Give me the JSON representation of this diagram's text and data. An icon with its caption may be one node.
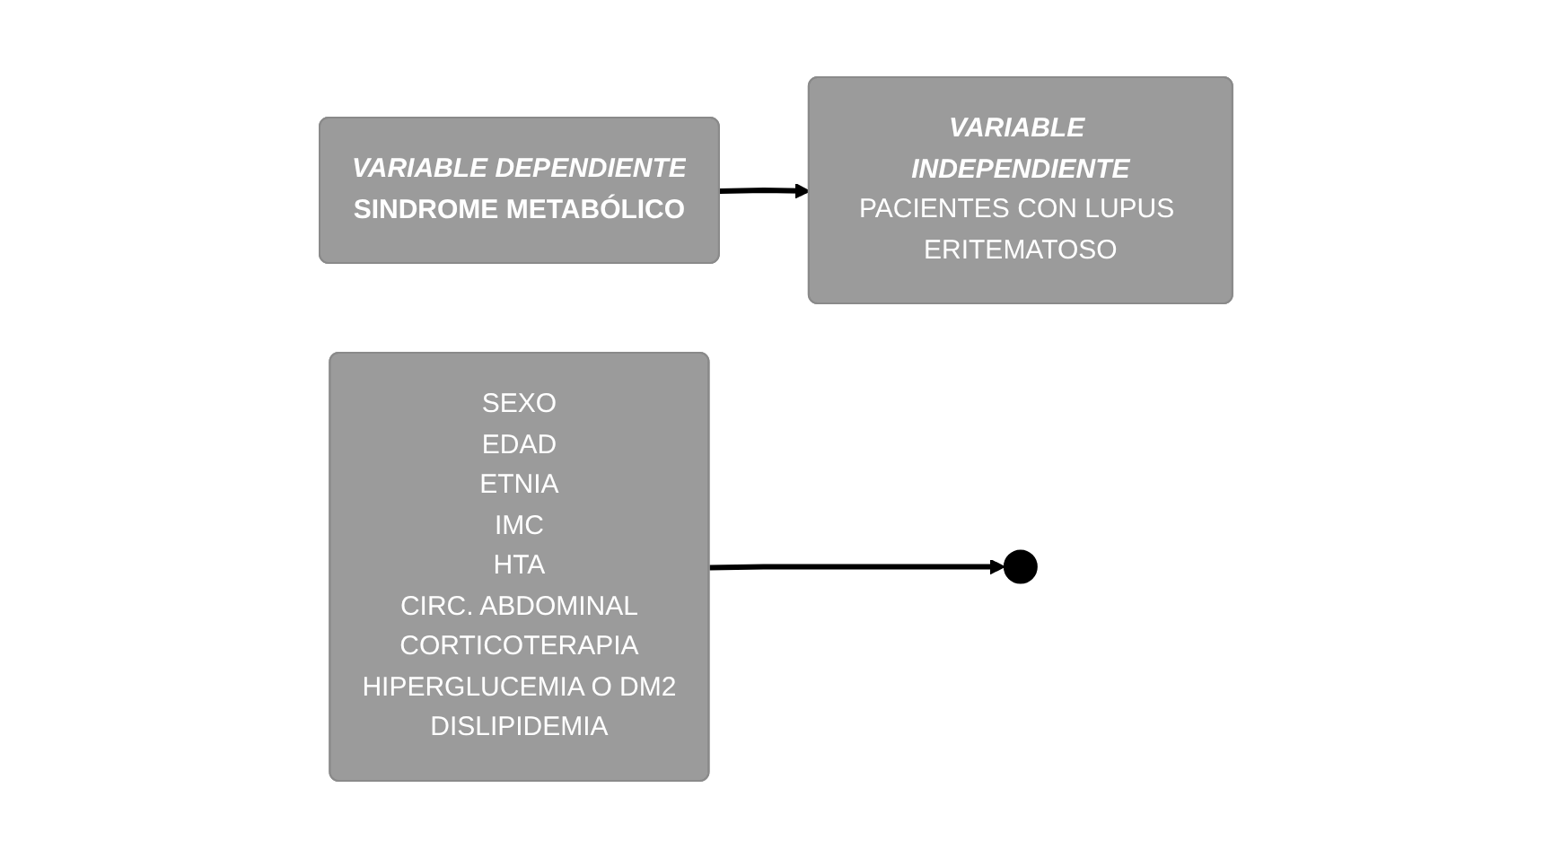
{
  "diagram": {
    "nodes": [
      {
        "text": [
          "VARIABLE DEPENDIENTE",
          "SINDROME METABÓLICO"
        ]
      },
      {
        "text": [
          "VARIABLE INDEPENDIENTE",
          "PACIENTES CON LUPUS ERITEMATOSO"
        ]
      },
      {
        "text": [
          "SEXO",
          "EDAD",
          "ETNIA",
          "IMC",
          "HTA",
          "CIRC. ABDOMINAL",
          "CORTICOTERAPIA",
          "HIPERGLUCEMIA O DM2",
          "DISLIPIDEMIA"
        ]
      }
    ],
    "edges": [
      {
        "from": 0,
        "to": 1,
        "arrow": "to"
      },
      {
        "from": 2,
        "to": null,
        "arrow": "to"
      }
    ]
  }
}
